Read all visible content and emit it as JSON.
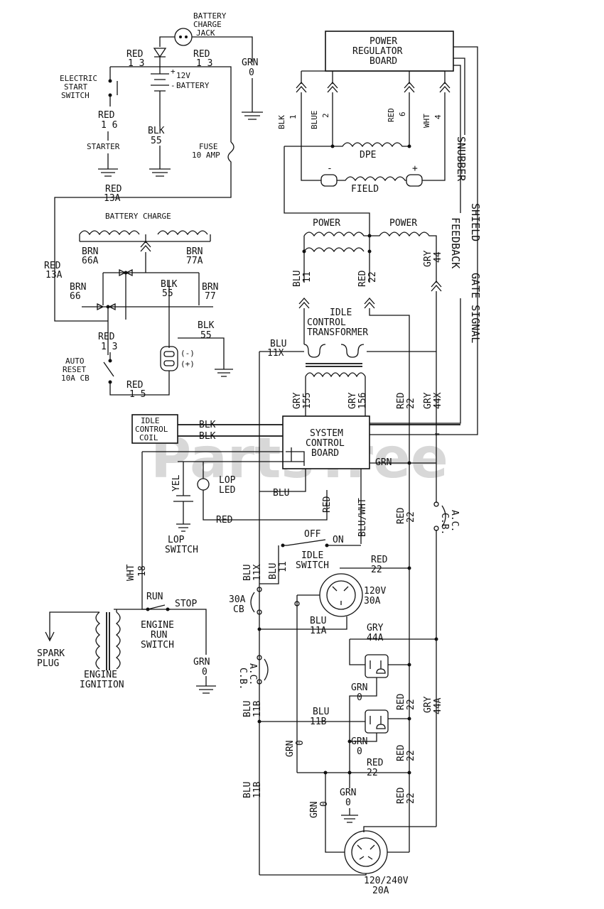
{
  "watermark": "PartsTree",
  "watermark_tm": "™",
  "battery": {
    "jack_label_1": "BATTERY",
    "jack_label_2": "CHARGE",
    "jack_label_3": "JACK",
    "red13_left_a": "RED",
    "red13_left_b": "1 3",
    "red13_right_a": "RED",
    "red13_right_b": "1 3",
    "grn0_a": "GRN",
    "grn0_b": "0",
    "voltage": "12V",
    "battery_label": "BATTERY",
    "start_1": "ELECTRIC",
    "start_2": "START",
    "start_3": "SWITCH",
    "red16_a": "RED",
    "red16_b": "1 6",
    "starter": "STARTER",
    "blk55_a": "BLK",
    "blk55_b": "55",
    "fuse_1": "FUSE",
    "fuse_2": "10 AMP",
    "red13a_a": "RED",
    "red13a_b": "13A",
    "plus": "+",
    "minus": "-"
  },
  "charge": {
    "title": "BATTERY CHARGE",
    "brn66a_a": "BRN",
    "brn66a_b": "66A",
    "brn77a_a": "BRN",
    "brn77a_b": "77A",
    "red13a_a": "RED",
    "red13a_b": "13A",
    "brn66_a": "BRN",
    "brn66_b": "66",
    "blk55_a": "BLK",
    "blk55_b": "55",
    "brn77_a": "BRN",
    "brn77_b": "77",
    "red13_a": "RED",
    "red13_b": "1 3",
    "blk55r_a": "BLK",
    "blk55r_b": "55",
    "reset_1": "AUTO",
    "reset_2": "RESET",
    "reset_3": "10A CB",
    "red15_a": "RED",
    "red15_b": "1 5",
    "neg": "(-)",
    "pos": "(+)"
  },
  "regulator": {
    "title_1": "POWER",
    "title_2": "REGULATOR",
    "title_3": "BOARD",
    "blk1_a": "BLK",
    "blk1_b": "1",
    "blue2_a": "BLUE",
    "blue2_b": "2",
    "red6_a": "RED",
    "red6_b": "6",
    "wht4_a": "WHT",
    "wht4_b": "4",
    "dpe": "DPE",
    "field": "FIELD",
    "minus": "-",
    "plus": "+",
    "snubber": "SNUBBER",
    "feedback": "FEEDBACK",
    "shield": "SHIELD",
    "gate_signal": "GATE SIGNAL"
  },
  "power": {
    "power_left": "POWER",
    "power_right": "POWER",
    "blu11_a": "BLU",
    "blu11_b": "11",
    "red22_a": "RED",
    "red22_b": "22",
    "gry44_a": "GRY",
    "gry44_b": "44",
    "idle_1": "IDLE",
    "idle_2": "CONTROL",
    "idle_3": "TRANSFORMER",
    "blu11x_a": "BLU",
    "blu11x_b": "11X",
    "gry155_a": "GRY",
    "gry155_b": "155",
    "gry156_a": "GRY",
    "gry156_b": "156",
    "red22r_a": "RED",
    "red22r_b": "22",
    "gry44x_a": "GRY",
    "gry44x_b": "44X"
  },
  "control": {
    "coil_1": "IDLE",
    "coil_2": "CONTROL",
    "coil_3": "COIL",
    "blk_1": "BLK",
    "blk_2": "BLK",
    "scb_1": "SYSTEM",
    "scb_2": "CONTROL",
    "scb_3": "BOARD",
    "grn": "GRN",
    "yel": "YEL",
    "lop_led_1": "LOP",
    "lop_led_2": "LED",
    "blu": "BLU",
    "red_v": "RED",
    "bluwht": "BLU/WHT",
    "red_h": "RED",
    "lop_sw_1": "LOP",
    "lop_sw_2": "SWITCH",
    "red22_a": "RED",
    "red22_b": "22",
    "cb_r_1": "A.C.",
    "cb_r_2": "C.B."
  },
  "outputs": {
    "wht18_a": "WHT",
    "wht18_b": "18",
    "off": "OFF",
    "on": "ON",
    "idle_sw_1": "IDLE",
    "idle_sw_2": "SWITCH",
    "blu11x_a": "BLU",
    "blu11x_b": "11X",
    "blu11_a": "BLU",
    "blu11_b": "11",
    "red22_a": "RED",
    "red22_b": "22",
    "cb30_1": "30A",
    "cb30_2": "CB",
    "r120_1": "120V",
    "r120_2": "30A",
    "blu11a_a": "BLU",
    "blu11a_b": "11A",
    "gry44a_a": "GRY",
    "gry44a_b": "44A",
    "acb_1": "A.C.",
    "acb_2": "C.B.",
    "blu11b_a": "BLU",
    "blu11b_b": "11B",
    "blu11b2_a": "BLU",
    "blu11b2_b": "11B",
    "grn0_1a": "GRN",
    "grn0_1b": "0",
    "red22_2a": "RED",
    "red22_2b": "22",
    "gry44a_va": "GRY",
    "gry44a_vb": "44A",
    "grn0_v_a": "GRN",
    "grn0_v_b": "0",
    "grn0_2a": "GRN",
    "grn0_2b": "0",
    "red22_3a": "RED",
    "red22_3b": "22",
    "red22_4a": "RED",
    "red22_4b": "22",
    "blu11b3_a": "BLU",
    "blu11b3_b": "11B",
    "grn0_3a": "GRN",
    "grn0_3b": "0",
    "grn0_4a": "GRN",
    "grn0_4b": "0",
    "red22_5a": "RED",
    "red22_5b": "22",
    "r240_1": "120/240V",
    "r240_2": "20A"
  },
  "ignition": {
    "run": "RUN",
    "stop": "STOP",
    "ers_1": "ENGINE",
    "ers_2": "RUN",
    "ers_3": "SWITCH",
    "spark_1": "SPARK",
    "spark_2": "PLUG",
    "ign_1": "ENGINE",
    "ign_2": "IGNITION",
    "grn0_a": "GRN",
    "grn0_b": "0"
  }
}
